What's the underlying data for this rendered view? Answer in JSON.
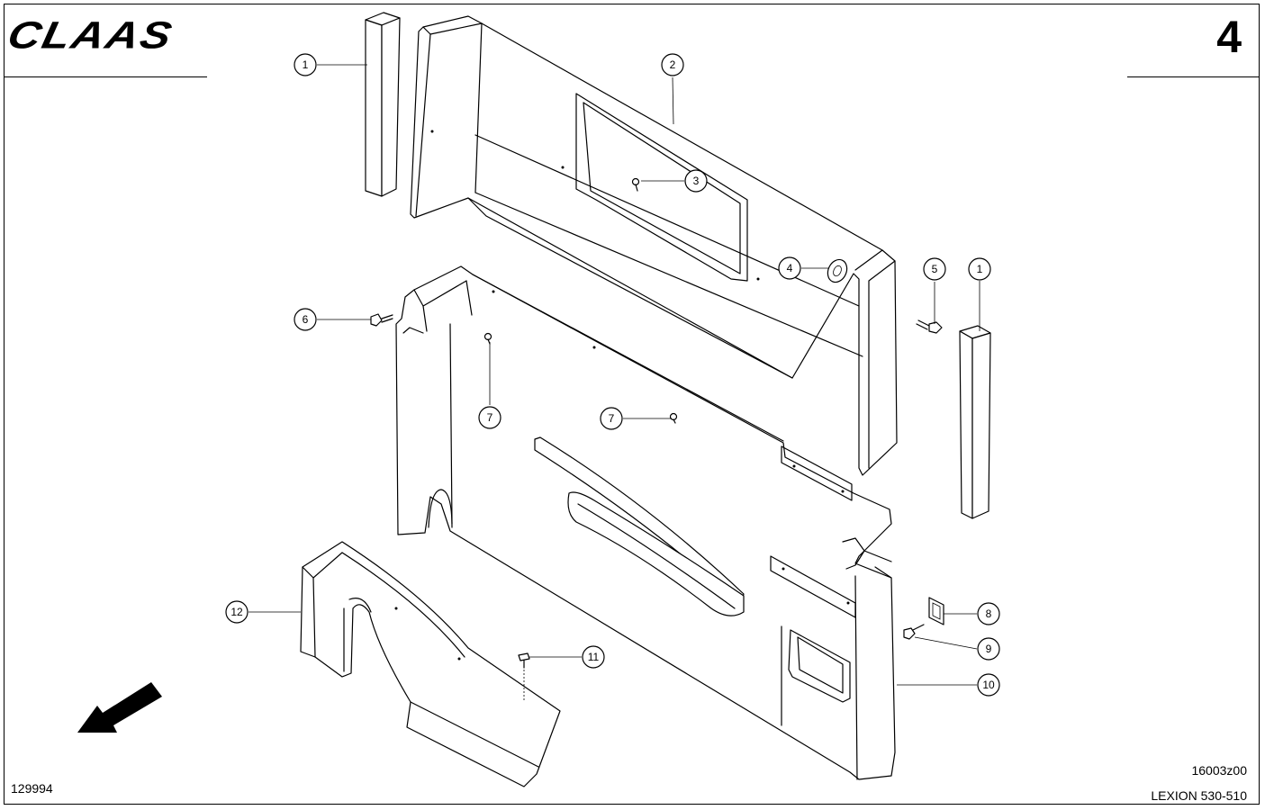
{
  "header": {
    "logo_text": "CLAAS",
    "page_number": "4"
  },
  "footer": {
    "drawing_id": "129994",
    "figure_code": "16003z00",
    "model": "LEXION 530-510"
  },
  "callouts": [
    {
      "id": "c1a",
      "label": "1"
    },
    {
      "id": "c2",
      "label": "2"
    },
    {
      "id": "c3",
      "label": "3"
    },
    {
      "id": "c4",
      "label": "4"
    },
    {
      "id": "c5",
      "label": "5"
    },
    {
      "id": "c1b",
      "label": "1"
    },
    {
      "id": "c6",
      "label": "6"
    },
    {
      "id": "c7a",
      "label": "7"
    },
    {
      "id": "c7b",
      "label": "7"
    },
    {
      "id": "c8",
      "label": "8"
    },
    {
      "id": "c9",
      "label": "9"
    },
    {
      "id": "c10",
      "label": "10"
    },
    {
      "id": "c11",
      "label": "11"
    },
    {
      "id": "c12",
      "label": "12"
    }
  ],
  "colors": {
    "ink": "#000000",
    "paper": "#ffffff"
  }
}
